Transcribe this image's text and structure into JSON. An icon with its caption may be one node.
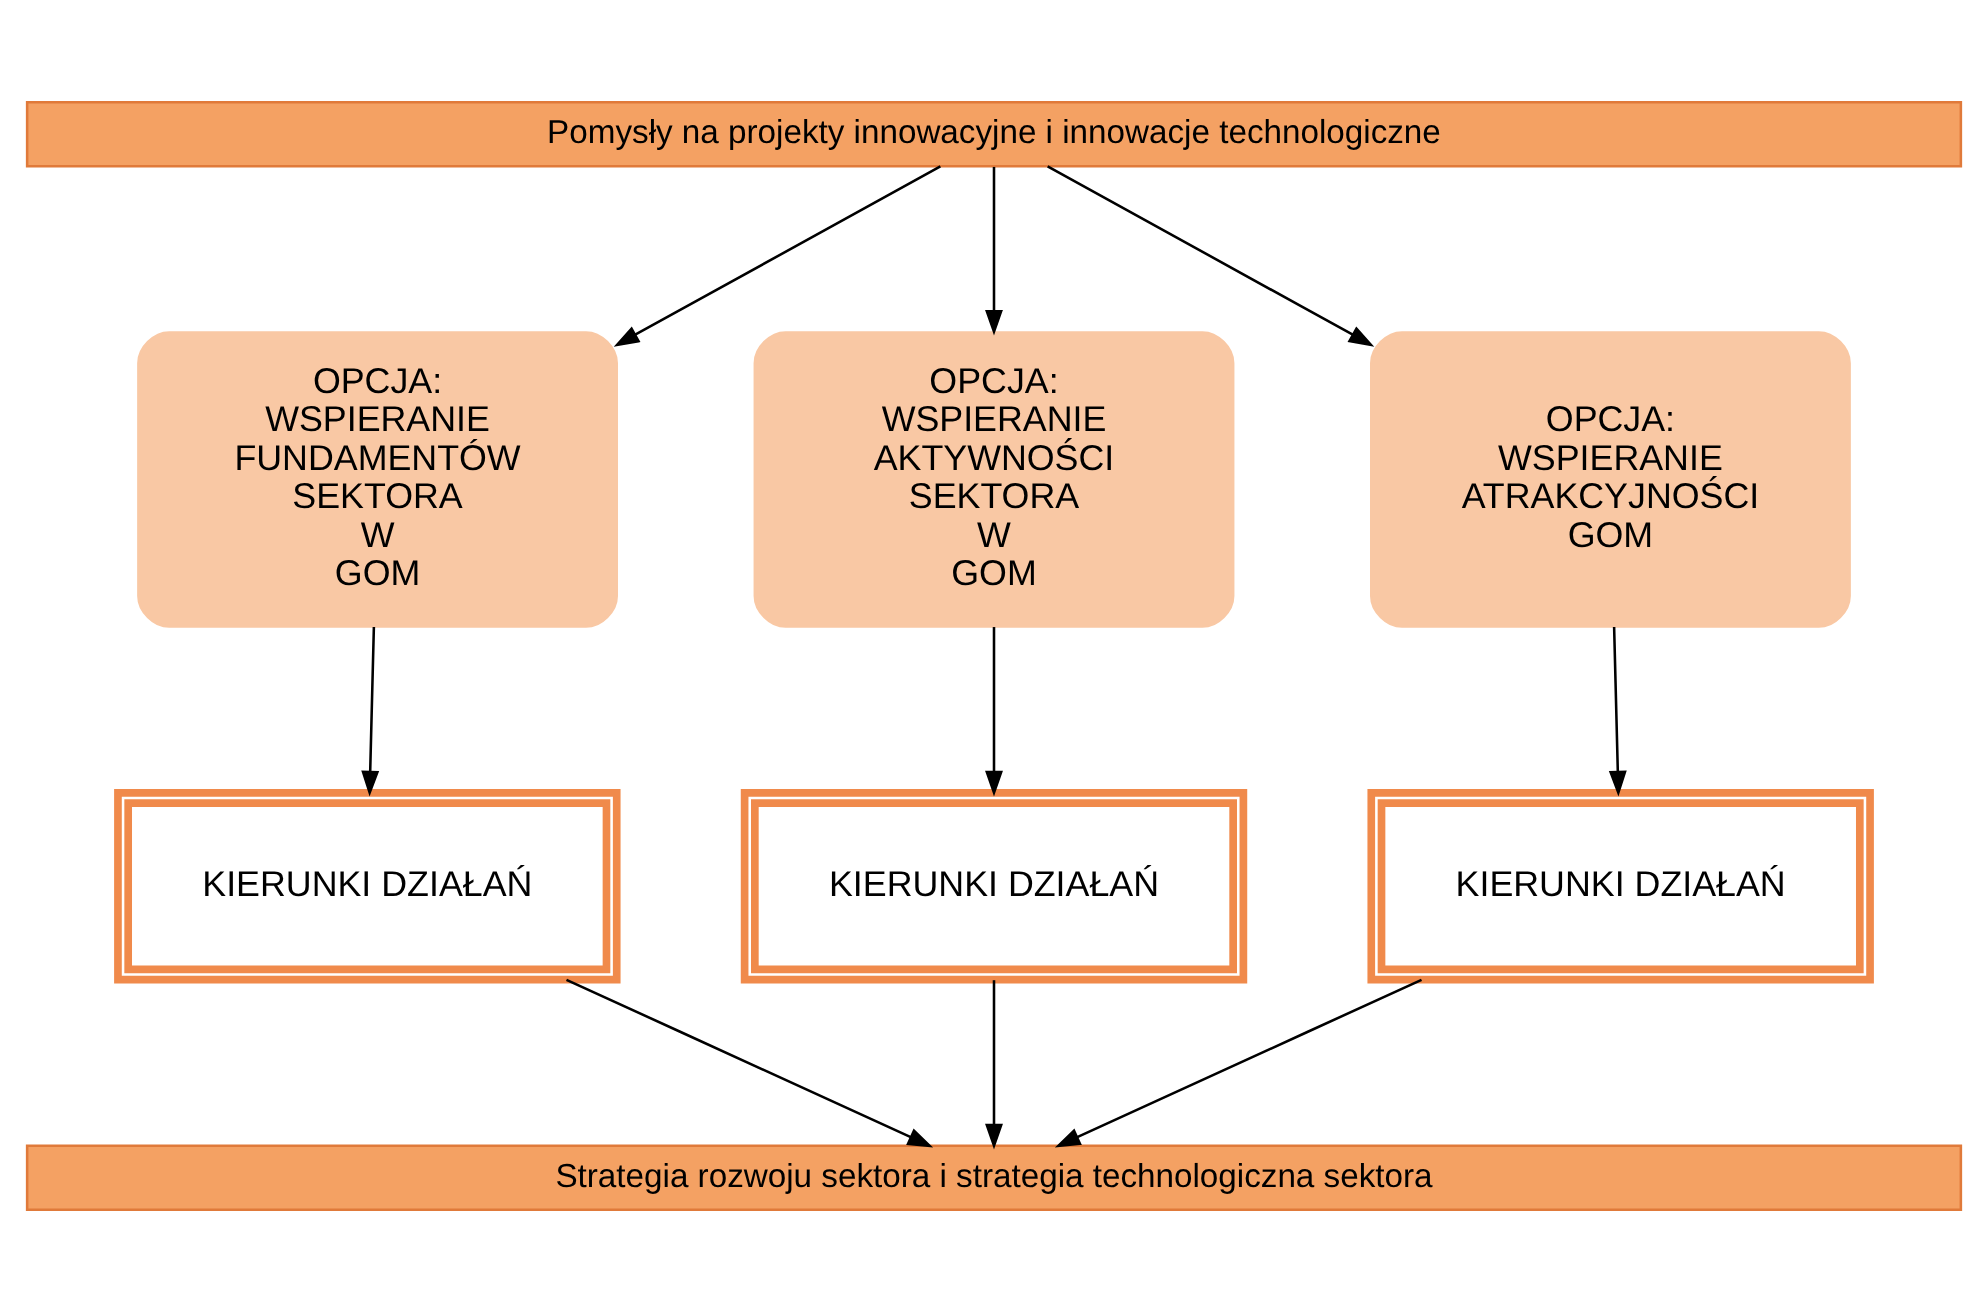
{
  "diagram": {
    "nodes": [
      {
        "text": [
          "Pomysły na projekty innowacyjne i innowacje technologiczne"
        ]
      },
      {
        "text": [
          "OPCJA: WSPIERANIE FUNDAMENTÓW SEKTORA W GOM"
        ]
      },
      {
        "text": [
          "OPCJA: WSPIERANIE AKTYWNOŚCI SEKTORA W GOM"
        ]
      },
      {
        "text": [
          "OPCJA: WSPIERANIE ATRAKCYJNOŚCI GOM"
        ]
      },
      {
        "text": [
          "KIERUNKI DZIAŁAŃ"
        ]
      },
      {
        "text": [
          "KIERUNKI DZIAŁAŃ"
        ]
      },
      {
        "text": [
          "KIERUNKI DZIAŁAŃ"
        ]
      },
      {
        "text": [
          "Strategia rozwoju sektora i strategia technologiczna sektora"
        ]
      }
    ],
    "edges": [
      {
        "from": 0,
        "to": 1,
        "arrow": "to"
      },
      {
        "from": 0,
        "to": 2,
        "arrow": "to"
      },
      {
        "from": 0,
        "to": 3,
        "arrow": "to"
      },
      {
        "from": 1,
        "to": 4,
        "arrow": "to"
      },
      {
        "from": 2,
        "to": 5,
        "arrow": "to"
      },
      {
        "from": 3,
        "to": 6,
        "arrow": "to"
      },
      {
        "from": 4,
        "to": 7,
        "arrow": "to"
      },
      {
        "from": 5,
        "to": 7,
        "arrow": "to"
      },
      {
        "from": 6,
        "to": 7,
        "arrow": "to"
      }
    ]
  }
}
